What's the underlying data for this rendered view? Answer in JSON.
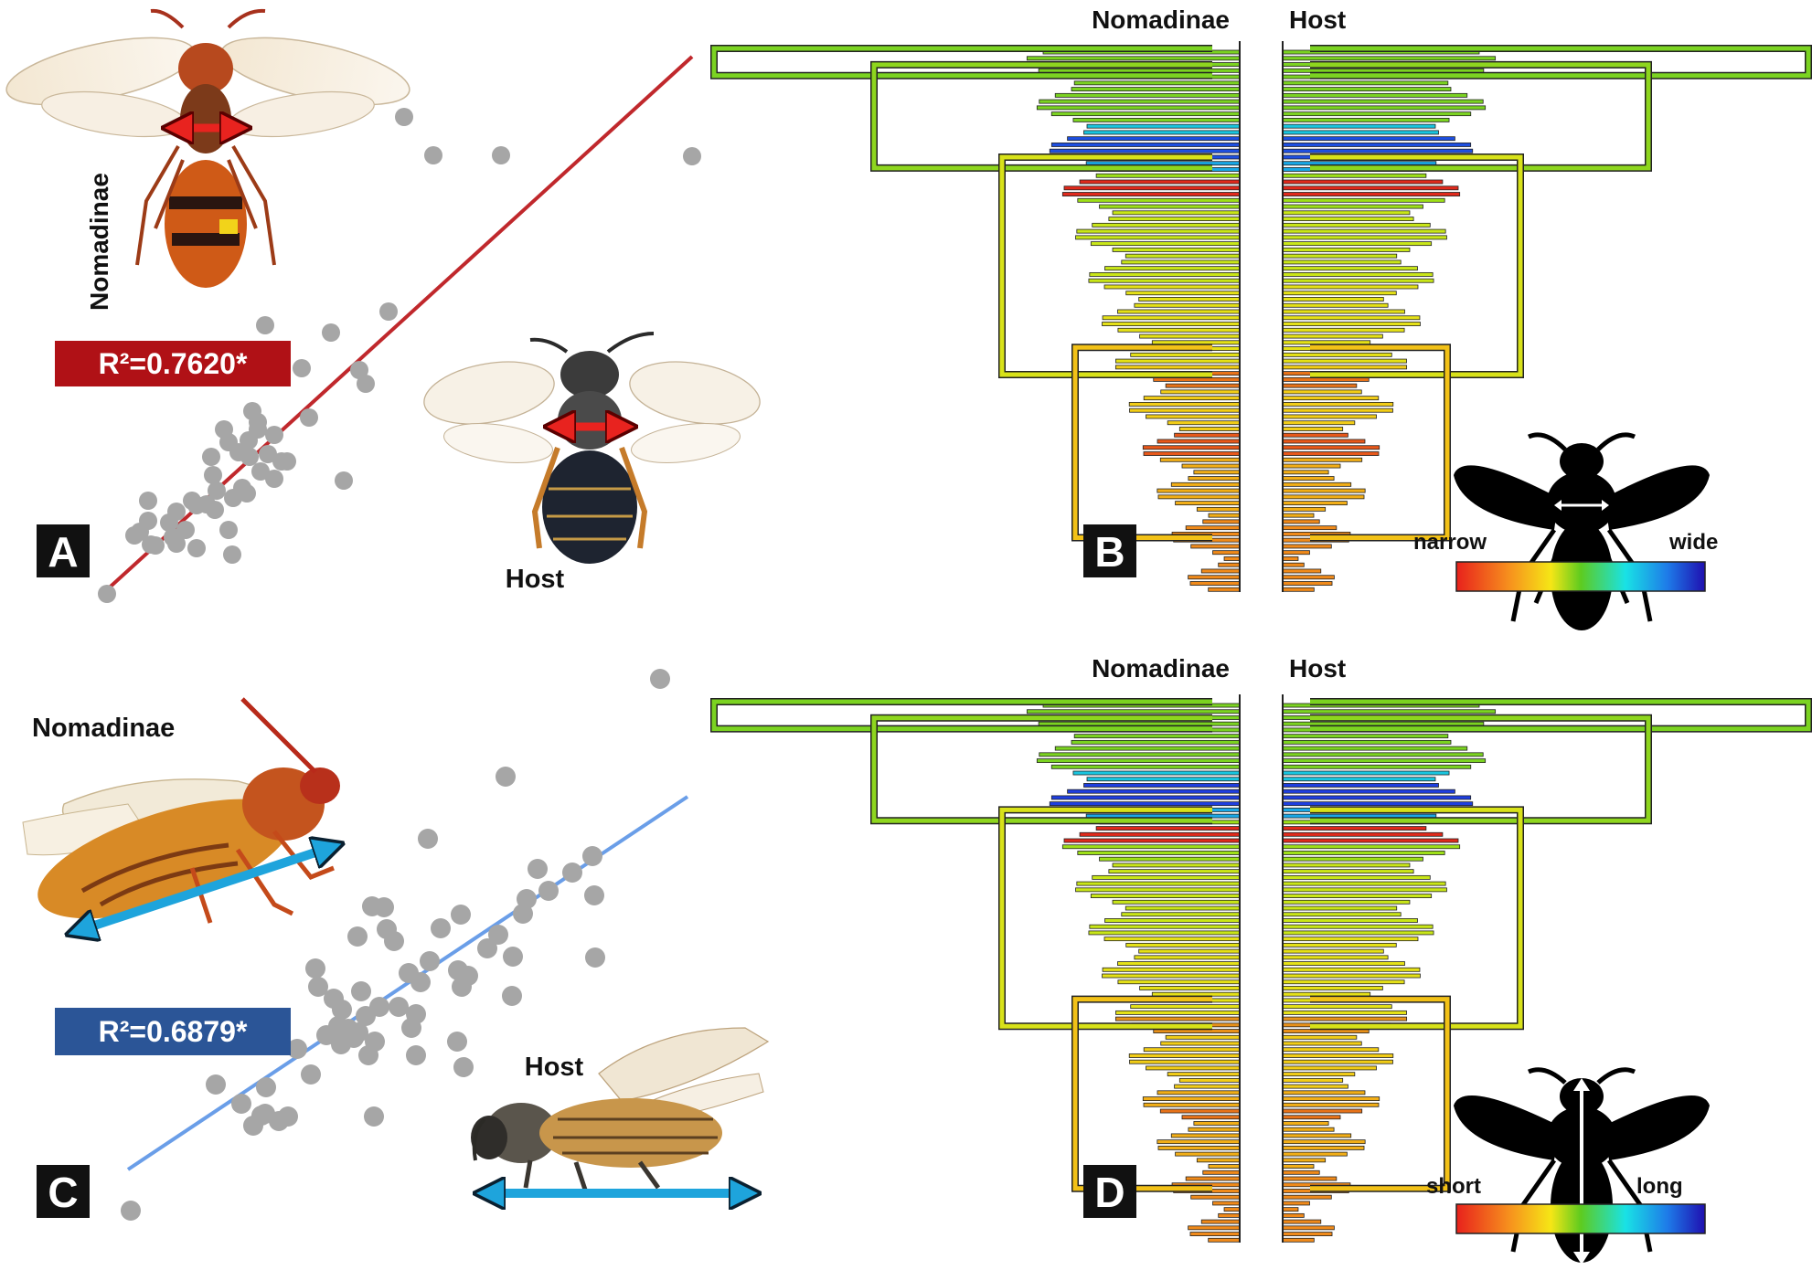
{
  "panels": [
    {
      "letter": "A",
      "nomadinae_label": "Nomadinae",
      "host_label": "Host",
      "r2_text": "R²=0.7620*",
      "r2_color": "#b01116",
      "line_color": "#c0282c",
      "point_color": "#a6a6a6",
      "arrow_color": "#e8231f",
      "icon": "wasp-dorsal-icon"
    },
    {
      "letter": "B",
      "tree_left_label": "Nomadinae",
      "tree_right_label": "Host",
      "scale_low": "narrow",
      "scale_high": "wide",
      "icon": "bee-silhouette-width-icon"
    },
    {
      "letter": "C",
      "nomadinae_label": "Nomadinae",
      "host_label": "Host",
      "r2_text": "R²=0.6879*",
      "r2_color": "#2b5597",
      "line_color": "#6a9ee8",
      "point_color": "#a6a6a6",
      "arrow_color": "#1ea4dc",
      "icon": "wasp-lateral-icon"
    },
    {
      "letter": "D",
      "tree_left_label": "Nomadinae",
      "tree_right_label": "Host",
      "scale_low": "short",
      "scale_high": "long",
      "icon": "bee-silhouette-length-icon"
    }
  ],
  "colors": {
    "scale_gradient": [
      "#e8211c",
      "#f7941d",
      "#f5e616",
      "#5ecb1f",
      "#19e2e5",
      "#1e7ae8",
      "#1f0fb0"
    ],
    "letter_box": "#111111"
  }
}
